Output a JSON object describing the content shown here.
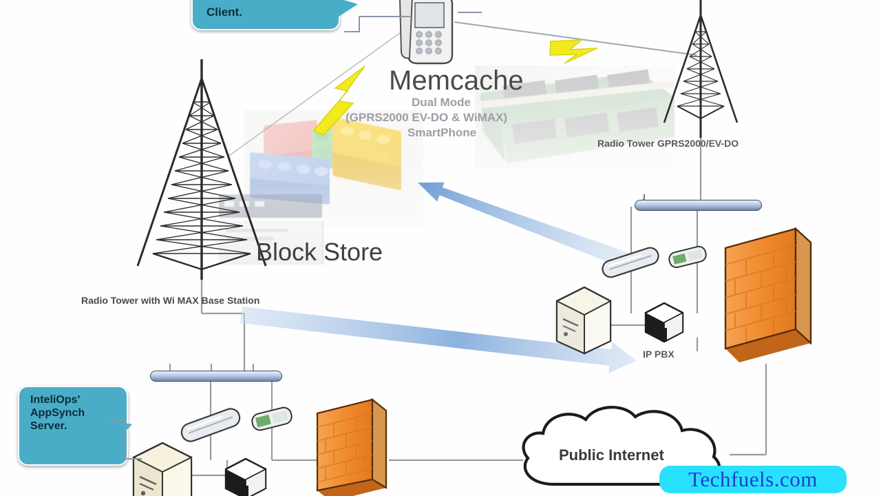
{
  "diagram": {
    "title": "Mobile / Cloud Network Architecture Diagram",
    "background": "#ffffff"
  },
  "callouts": [
    {
      "id": "client-bubble",
      "text": "Client.",
      "note": "top callout bubble, clipped by top edge of frame",
      "color": "#4aadc8"
    },
    {
      "id": "appsynch-bubble",
      "text": "InteliOps' AppSynch Server.",
      "lines": [
        "InteliOps'",
        "AppSynch",
        "Server."
      ],
      "color": "#4aadc8"
    }
  ],
  "overlay_text": [
    {
      "id": "memcache",
      "text": "Memcache",
      "color": "#4a4a4a"
    },
    {
      "id": "block-store",
      "text": "Block Store",
      "color": "#3f3f3f"
    }
  ],
  "labels": [
    {
      "id": "radio-tower-wimax",
      "text": "Radio Tower with Wi MAX Base Station"
    },
    {
      "id": "radio-tower-gprs",
      "text": "Radio Tower GPRS2000/EV-DO"
    },
    {
      "id": "dual-mode-l1",
      "text": "Dual Mode"
    },
    {
      "id": "dual-mode-l2",
      "text": "(GPRS2000 EV-DO & WiMAX)"
    },
    {
      "id": "dual-mode-l3",
      "text": "SmartPhone"
    },
    {
      "id": "ip-pbx",
      "text": "IP PBX"
    },
    {
      "id": "public-internet",
      "text": "Public Internet"
    }
  ],
  "nodes": [
    {
      "id": "radio-tower-left",
      "kind": "radio-tower",
      "label": "Radio Tower with Wi MAX Base Station"
    },
    {
      "id": "radio-tower-right",
      "kind": "radio-tower",
      "label": "Radio Tower GPRS2000/EV-DO"
    },
    {
      "id": "smartphone",
      "kind": "mobile-phone",
      "label": "Dual Mode (GPRS2000 EV-DO & WiMAX) SmartPhone"
    },
    {
      "id": "switch-top-right",
      "kind": "network-bus",
      "label": ""
    },
    {
      "id": "switch-bottom-left",
      "kind": "network-bus",
      "label": ""
    },
    {
      "id": "router-upper",
      "kind": "router",
      "label": ""
    },
    {
      "id": "router-lower",
      "kind": "router",
      "label": ""
    },
    {
      "id": "hub-upper",
      "kind": "hub",
      "label": ""
    },
    {
      "id": "hub-lower",
      "kind": "hub",
      "label": ""
    },
    {
      "id": "server-center",
      "kind": "server",
      "label": ""
    },
    {
      "id": "server-lower-left",
      "kind": "server",
      "label": ""
    },
    {
      "id": "ip-pbx-node",
      "kind": "pbx",
      "label": "IP PBX"
    },
    {
      "id": "pbx-lower",
      "kind": "pbx",
      "label": ""
    },
    {
      "id": "firewall-right",
      "kind": "firewall",
      "label": ""
    },
    {
      "id": "firewall-bottom",
      "kind": "firewall",
      "label": ""
    },
    {
      "id": "internet-cloud",
      "kind": "cloud",
      "label": "Public Internet"
    }
  ],
  "arrows": [
    {
      "id": "arrow-to-block-store",
      "direction": "up-left",
      "color": "#6f9ed4"
    },
    {
      "id": "arrow-to-ip-pbx",
      "direction": "right",
      "color": "#7ba7da"
    }
  ],
  "wireless_links": [
    {
      "id": "bolt-left",
      "from": "smartphone",
      "to": "radio-tower-left",
      "color": "#f2ea1a"
    },
    {
      "id": "bolt-right",
      "from": "smartphone",
      "to": "radio-tower-right",
      "color": "#f2ea1a"
    }
  ],
  "watermark": {
    "text": "Techfuels.com",
    "bg": "#2ae0ff",
    "fg": "#1a3fd0"
  },
  "palette": {
    "bubble": "#4aadc8",
    "firewall": "#f08a30",
    "arrow": "#7ba7da",
    "bolt": "#f2ea1a",
    "wire": "#9a9a9a",
    "bus": "#b8cbe6"
  }
}
